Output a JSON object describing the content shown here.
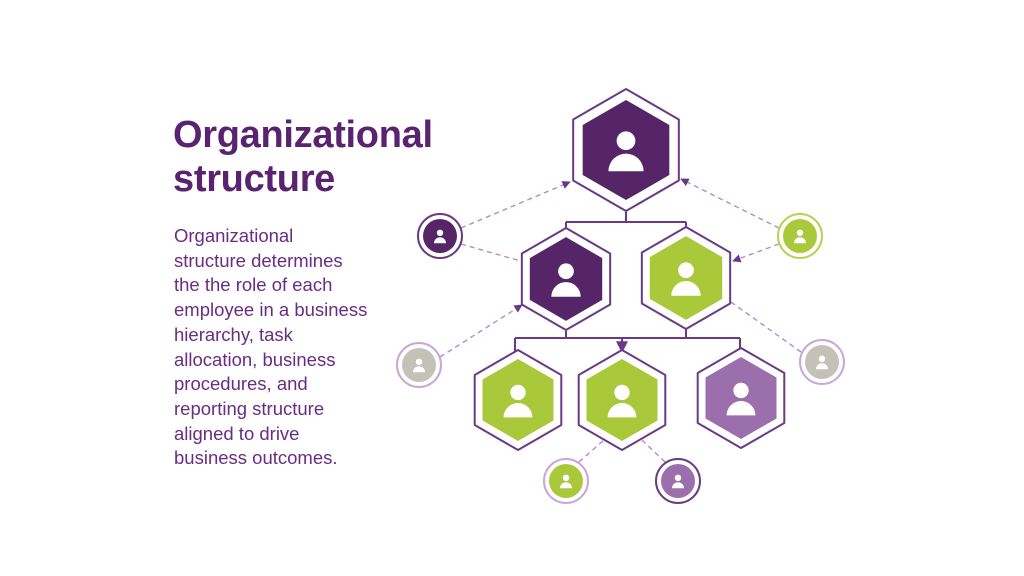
{
  "title": {
    "lines": [
      "Organizational",
      "structure"
    ]
  },
  "description": {
    "lines": [
      "Organizational",
      "structure determines",
      "the the role of each",
      "employee in a business",
      "hierarchy, task",
      "allocation, business",
      "procedures, and",
      "reporting structure",
      "aligned to drive",
      "business outcomes."
    ]
  },
  "colors": {
    "dark_purple": "#562567",
    "green": "#a9c93a",
    "light_purple": "#9b6fac",
    "gray": "#c4c1b6",
    "outline": "#6a3a85",
    "dashed": "#b48cc6",
    "green_ring": "#b6d24e",
    "light_ring": "#c9a6d6"
  },
  "diagram": {
    "hexagons": [
      {
        "id": "top-executive",
        "fill": "dark_purple"
      },
      {
        "id": "manager-left",
        "fill": "dark_purple"
      },
      {
        "id": "manager-right",
        "fill": "green"
      },
      {
        "id": "team-left",
        "fill": "green"
      },
      {
        "id": "team-middle",
        "fill": "green"
      },
      {
        "id": "team-right",
        "fill": "light_purple"
      }
    ],
    "circles": [
      {
        "id": "advisor-left",
        "fill": "dark_purple",
        "ring": "outline"
      },
      {
        "id": "advisor-right",
        "fill": "green",
        "ring": "green_ring"
      },
      {
        "id": "contributor-left",
        "fill": "gray",
        "ring": "light_ring"
      },
      {
        "id": "contributor-right",
        "fill": "gray",
        "ring": "light_ring"
      },
      {
        "id": "member-green",
        "fill": "green",
        "ring": "light_ring"
      },
      {
        "id": "member-purple",
        "fill": "light_purple",
        "ring": "outline"
      }
    ]
  }
}
